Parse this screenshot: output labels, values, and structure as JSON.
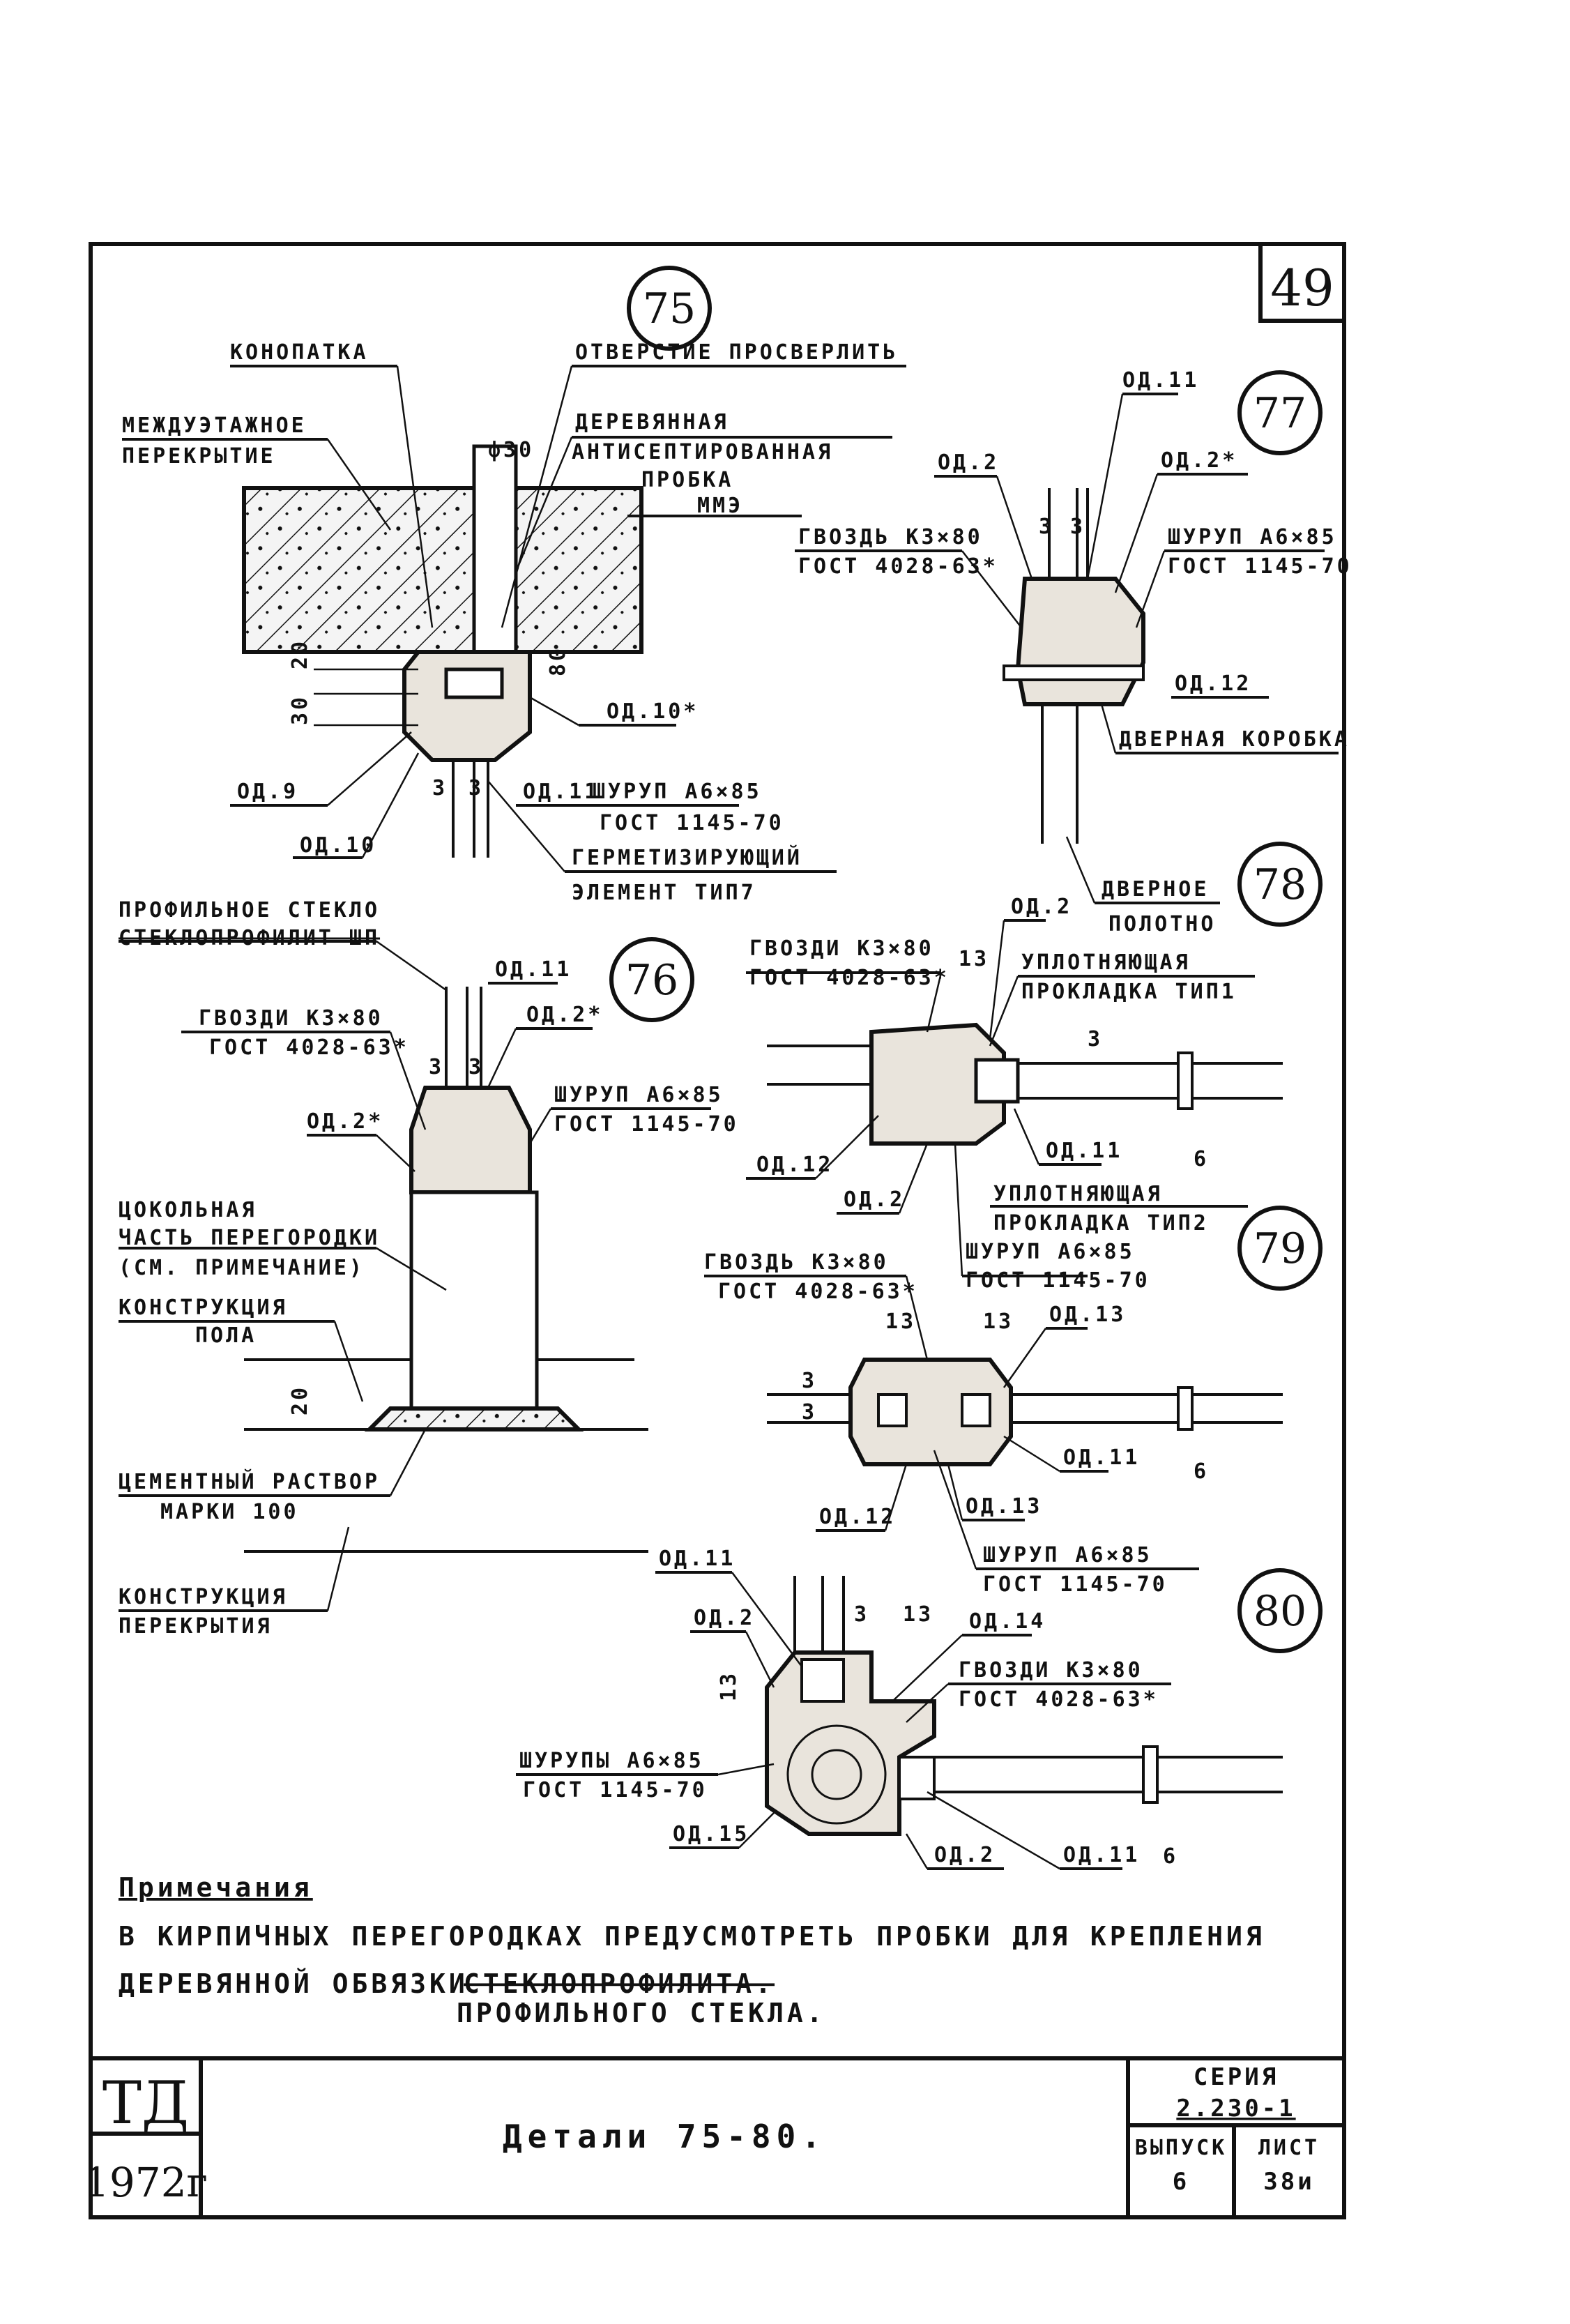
{
  "sheet": {
    "page_number": "49",
    "stamp": "ТД",
    "year": "1972г",
    "title": "Детали 75-80.",
    "series_label": "СЕРИЯ",
    "series_value": "2.230-1",
    "issue_label": "ВЫПУСК",
    "issue_value": "6",
    "sheet_label": "ЛИСТ",
    "sheet_value": "38и"
  },
  "details": {
    "d75": {
      "number": "75",
      "labels": [
        "КОНОПАТКА",
        "ОТВЕРСТИЕ ПРОСВЕРЛИТЬ",
        "МЕЖДУЭТАЖНОЕ",
        "ПЕРЕКРЫТИЕ",
        "ДЕРЕВЯННАЯ",
        "АНТИСЕПТИРОВАННАЯ",
        "ПРОБКА",
        "ММЭ",
        "ОД.10*",
        "ОД.9",
        "ОД.11",
        "ШУРУП А6×85",
        "ГОСТ 1145-70",
        "ОД.10",
        "ГЕРМЕТИЗИРУЮЩИЙ",
        "ЭЛЕМЕНТ ТИП7"
      ],
      "dims": [
        "ф30",
        "20",
        "30",
        "80",
        "3",
        "3"
      ]
    },
    "d76": {
      "number": "76",
      "labels": [
        "ПРОФИЛЬНОЕ СТЕКЛО",
        "СТЕКЛОПРОФИЛИТ ШП",
        "ОД.11",
        "ГВОЗДИ К3×80",
        "ГОСТ 4028-63*",
        "ОД.2*",
        "ШУРУП А6×85",
        "ГОСТ 1145-70",
        "ОД.2*",
        "ЦОКОЛЬНАЯ",
        "ЧАСТЬ ПЕРЕГОРОДКИ",
        "(СМ. ПРИМЕЧАНИЕ)",
        "КОНСТРУКЦИЯ",
        "ПОЛА",
        "ЦЕМЕНТНЫЙ РАСТВОР",
        "МАРКИ 100",
        "КОНСТРУКЦИЯ",
        "ПЕРЕКРЫТИЯ"
      ],
      "dims": [
        "3",
        "3",
        "20"
      ]
    },
    "d77": {
      "number": "77",
      "labels": [
        "ОД.11",
        "ОД.2",
        "ОД.2*",
        "ГВОЗДЬ К3×80",
        "ГОСТ 4028-63*",
        "ШУРУП А6×85",
        "ГОСТ 1145-70",
        "ОД.12",
        "ДВЕРНАЯ КОРОБКА",
        "ДВЕРНОЕ",
        "ПОЛОТНО"
      ],
      "dims": [
        "3",
        "3"
      ]
    },
    "d78": {
      "number": "78",
      "labels": [
        "ОД.2",
        "ГВОЗДИ К3×80",
        "ГОСТ 4028-63*",
        "УПЛОТНЯЮЩАЯ",
        "ПРОКЛАДКА ТИП1",
        "ОД.12",
        "ОД.2",
        "ОД.11",
        "УПЛОТНЯЮЩАЯ",
        "ПРОКЛАДКА ТИП2",
        "ШУРУП А6×85",
        "ГОСТ 1145-70"
      ],
      "dims": [
        "13",
        "3",
        "6"
      ]
    },
    "d79": {
      "number": "79",
      "labels": [
        "ГВОЗДЬ К3×80",
        "ГОСТ 4028-63*",
        "ОД.13",
        "ОД.11",
        "ОД.12",
        "ОД.13",
        "ШУРУП А6×85",
        "ГОСТ 1145-70"
      ],
      "dims": [
        "13",
        "13",
        "3",
        "3",
        "6"
      ]
    },
    "d80": {
      "number": "80",
      "labels": [
        "ОД.11",
        "ОД.2",
        "ОД.14",
        "ГВОЗДИ К3×80",
        "ГОСТ 4028-63*",
        "ШУРУПЫ А6×85",
        "ГОСТ 1145-70",
        "ОД.15",
        "ОД.2",
        "ОД.11"
      ],
      "dims": [
        "3",
        "13",
        "13",
        "6"
      ]
    }
  },
  "notes": {
    "heading": "Примечания",
    "line1": "В КИРПИЧНЫХ ПЕРЕГОРОДКАХ ПРЕДУСМОТРЕТЬ ПРОБКИ ДЛЯ КРЕПЛЕНИЯ",
    "line2_a": "ДЕРЕВЯННОЙ ОБВЯЗКИ",
    "line2_struck": "СТЕКЛОПРОФИЛИТА.",
    "line3": "ПРОФИЛЬНОГО СТЕКЛА."
  }
}
